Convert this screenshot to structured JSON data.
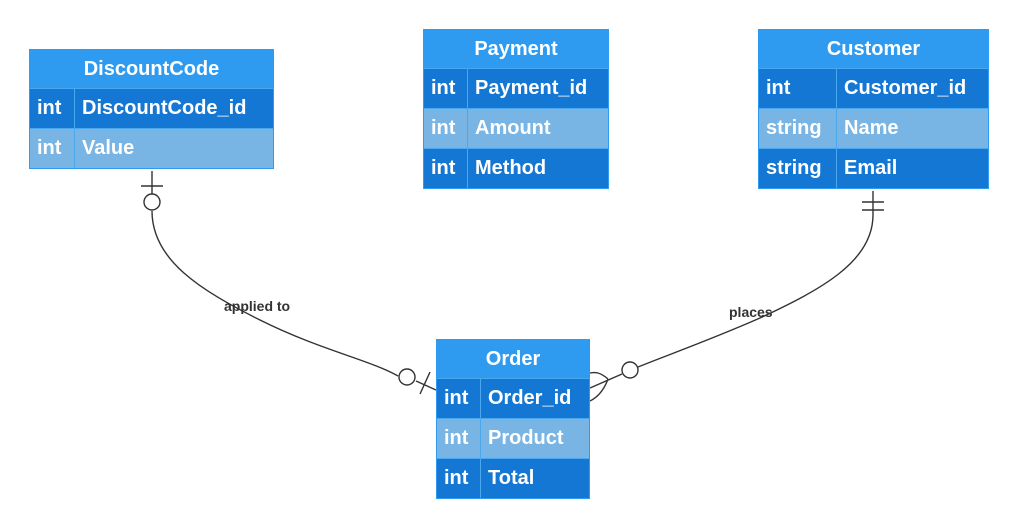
{
  "entities": {
    "discountcode": {
      "title": "DiscountCode",
      "fields": [
        {
          "type": "int",
          "name": "DiscountCode_id"
        },
        {
          "type": "int",
          "name": "Value"
        }
      ]
    },
    "payment": {
      "title": "Payment",
      "fields": [
        {
          "type": "int",
          "name": "Payment_id"
        },
        {
          "type": "int",
          "name": "Amount"
        },
        {
          "type": "int",
          "name": "Method"
        }
      ]
    },
    "customer": {
      "title": "Customer",
      "fields": [
        {
          "type": "int",
          "name": "Customer_id"
        },
        {
          "type": "string",
          "name": "Name"
        },
        {
          "type": "string",
          "name": "Email"
        }
      ]
    },
    "order": {
      "title": "Order",
      "fields": [
        {
          "type": "int",
          "name": "Order_id"
        },
        {
          "type": "int",
          "name": "Product"
        },
        {
          "type": "int",
          "name": "Total"
        }
      ]
    }
  },
  "relationships": {
    "applied_to": {
      "label": "applied to",
      "from": "DiscountCode",
      "to": "Order"
    },
    "places": {
      "label": "places",
      "from": "Customer",
      "to": "Order"
    }
  },
  "colors": {
    "header": "#2f9bf0",
    "row_dark": "#1577d4",
    "row_light": "#78b4e4",
    "text": "#ffffff",
    "edge": "#333333"
  }
}
